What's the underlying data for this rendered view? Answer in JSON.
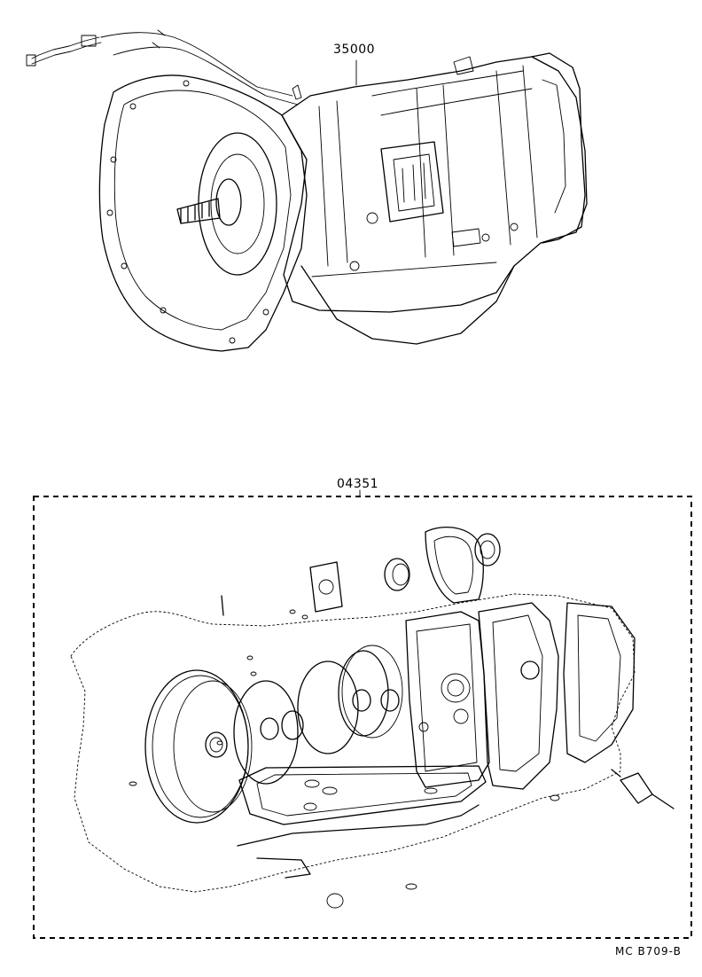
{
  "diagram": {
    "part_numbers": {
      "transmission_assembly": "35000",
      "gasket_kit": "04351"
    },
    "footer_code": "MC  B709-B"
  }
}
